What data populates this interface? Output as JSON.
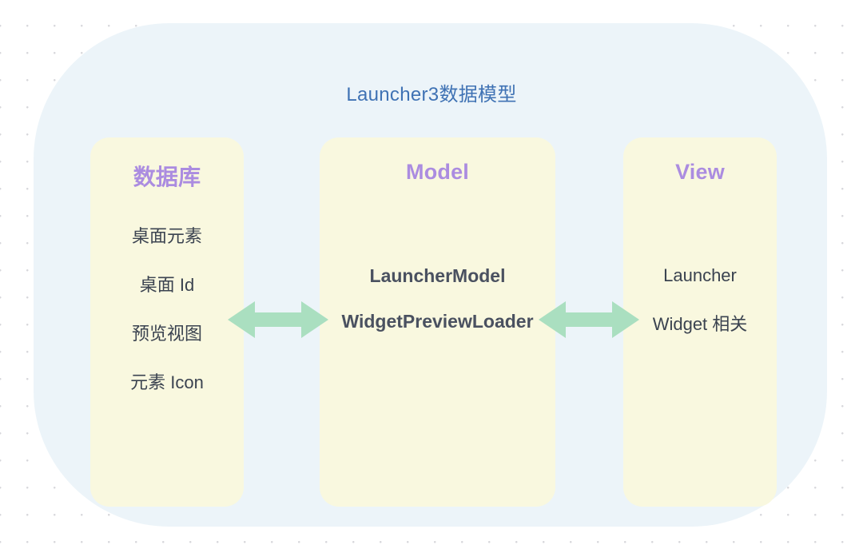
{
  "diagram": {
    "title": "Launcher3数据模型",
    "title_color": "#3f72b4",
    "panel_color": "#ecf4f9",
    "card_color": "#f9f8df",
    "header_color": "#ab8ce0",
    "arrow_color": "#aadfc0",
    "columns": [
      {
        "header": "数据库",
        "items": [
          "桌面元素",
          "桌面 Id",
          "预览视图",
          "元素 Icon"
        ]
      },
      {
        "header": "Model",
        "items": [
          "LauncherModel",
          "WidgetPreviewLoader"
        ]
      },
      {
        "header": "View",
        "items": [
          "Launcher",
          "Widget 相关"
        ]
      }
    ],
    "connectors": [
      {
        "name": "bidirectional-arrow-db-model",
        "direction": "both"
      },
      {
        "name": "bidirectional-arrow-model-view",
        "direction": "both"
      }
    ]
  }
}
